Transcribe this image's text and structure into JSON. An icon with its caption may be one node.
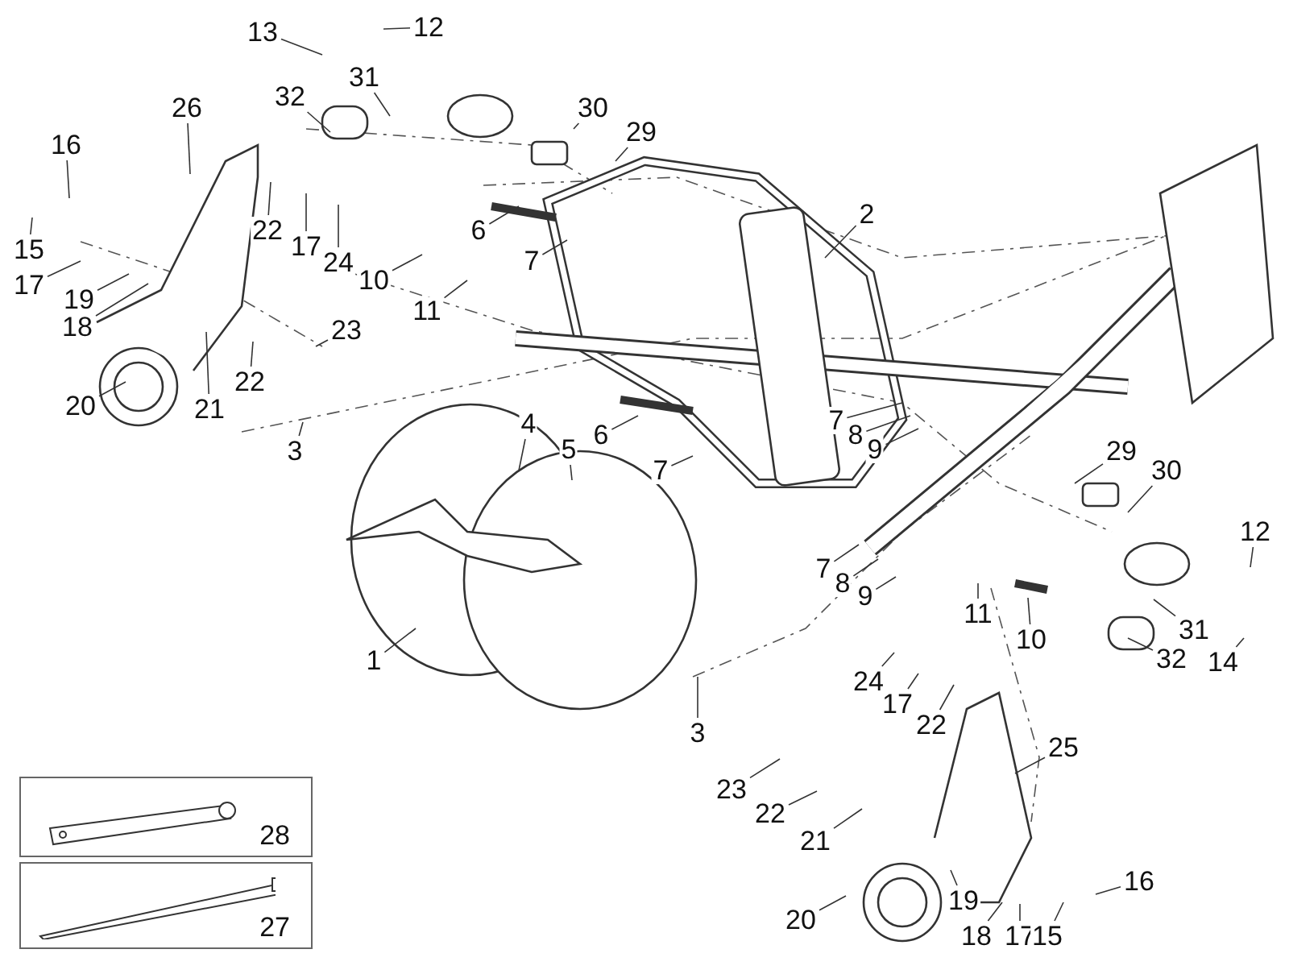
{
  "diagram": {
    "nodes": [
      {
        "text": [
          "13"
        ]
      },
      {
        "text": [
          "12"
        ]
      },
      {
        "text": [
          "31"
        ]
      },
      {
        "text": [
          "32"
        ]
      },
      {
        "text": [
          "30"
        ]
      },
      {
        "text": [
          "29"
        ]
      },
      {
        "text": [
          "26"
        ]
      },
      {
        "text": [
          "16"
        ]
      },
      {
        "text": [
          "15"
        ]
      },
      {
        "text": [
          "17"
        ]
      },
      {
        "text": [
          "19"
        ]
      },
      {
        "text": [
          "18"
        ]
      },
      {
        "text": [
          "22"
        ]
      },
      {
        "text": [
          "17"
        ]
      },
      {
        "text": [
          "24"
        ]
      },
      {
        "text": [
          "23"
        ]
      },
      {
        "text": [
          "22"
        ]
      },
      {
        "text": [
          "21"
        ]
      },
      {
        "text": [
          "20"
        ]
      },
      {
        "text": [
          "10"
        ]
      },
      {
        "text": [
          "11"
        ]
      },
      {
        "text": [
          "6"
        ]
      },
      {
        "text": [
          "7"
        ]
      },
      {
        "text": [
          "2"
        ]
      },
      {
        "text": [
          "3"
        ]
      },
      {
        "text": [
          "4"
        ]
      },
      {
        "text": [
          "5"
        ]
      },
      {
        "text": [
          "6"
        ]
      },
      {
        "text": [
          "7"
        ]
      },
      {
        "text": [
          "7"
        ]
      },
      {
        "text": [
          "8"
        ]
      },
      {
        "text": [
          "9"
        ]
      },
      {
        "text": [
          "29"
        ]
      },
      {
        "text": [
          "30"
        ]
      },
      {
        "text": [
          "12"
        ]
      },
      {
        "text": [
          "1"
        ]
      },
      {
        "text": [
          "7"
        ]
      },
      {
        "text": [
          "8"
        ]
      },
      {
        "text": [
          "9"
        ]
      },
      {
        "text": [
          "11"
        ]
      },
      {
        "text": [
          "10"
        ]
      },
      {
        "text": [
          "31"
        ]
      },
      {
        "text": [
          "32"
        ]
      },
      {
        "text": [
          "14"
        ]
      },
      {
        "text": [
          "3"
        ]
      },
      {
        "text": [
          "24"
        ]
      },
      {
        "text": [
          "17"
        ]
      },
      {
        "text": [
          "22"
        ]
      },
      {
        "text": [
          "25"
        ]
      },
      {
        "text": [
          "23"
        ]
      },
      {
        "text": [
          "22"
        ]
      },
      {
        "text": [
          "21"
        ]
      },
      {
        "text": [
          "20"
        ]
      },
      {
        "text": [
          "19"
        ]
      },
      {
        "text": [
          "18"
        ]
      },
      {
        "text": [
          "17"
        ]
      },
      {
        "text": [
          "15"
        ]
      },
      {
        "text": [
          "16"
        ]
      },
      {
        "text": [
          "28"
        ]
      },
      {
        "text": [
          "27"
        ]
      }
    ],
    "edges": [
      {
        "from": 0,
        "to": null,
        "arrow": "none"
      },
      {
        "from": 1,
        "to": null,
        "arrow": "none"
      },
      {
        "from": 2,
        "to": null,
        "arrow": "none"
      },
      {
        "from": 3,
        "to": null,
        "arrow": "none"
      },
      {
        "from": 4,
        "to": null,
        "arrow": "none"
      },
      {
        "from": 5,
        "to": null,
        "arrow": "none"
      },
      {
        "from": 6,
        "to": null,
        "arrow": "none"
      },
      {
        "from": 7,
        "to": null,
        "arrow": "none"
      },
      {
        "from": 8,
        "to": null,
        "arrow": "none"
      },
      {
        "from": 9,
        "to": null,
        "arrow": "none"
      },
      {
        "from": 10,
        "to": null,
        "arrow": "none"
      },
      {
        "from": 11,
        "to": null,
        "arrow": "none"
      },
      {
        "from": 12,
        "to": null,
        "arrow": "none"
      },
      {
        "from": 13,
        "to": null,
        "arrow": "none"
      },
      {
        "from": 14,
        "to": null,
        "arrow": "none"
      },
      {
        "from": 15,
        "to": null,
        "arrow": "none"
      },
      {
        "from": 16,
        "to": null,
        "arrow": "none"
      },
      {
        "from": 17,
        "to": null,
        "arrow": "none"
      },
      {
        "from": 18,
        "to": null,
        "arrow": "none"
      },
      {
        "from": 19,
        "to": null,
        "arrow": "none"
      },
      {
        "from": 20,
        "to": null,
        "arrow": "none"
      },
      {
        "from": 21,
        "to": null,
        "arrow": "none"
      },
      {
        "from": 22,
        "to": null,
        "arrow": "none"
      },
      {
        "from": 23,
        "to": null,
        "arrow": "none"
      },
      {
        "from": 24,
        "to": null,
        "arrow": "none"
      },
      {
        "from": 25,
        "to": null,
        "arrow": "none"
      },
      {
        "from": 26,
        "to": null,
        "arrow": "none"
      },
      {
        "from": 27,
        "to": null,
        "arrow": "none"
      },
      {
        "from": 28,
        "to": null,
        "arrow": "none"
      },
      {
        "from": 29,
        "to": null,
        "arrow": "none"
      },
      {
        "from": 30,
        "to": null,
        "arrow": "none"
      },
      {
        "from": 31,
        "to": null,
        "arrow": "none"
      },
      {
        "from": 32,
        "to": null,
        "arrow": "none"
      },
      {
        "from": 33,
        "to": null,
        "arrow": "none"
      },
      {
        "from": 34,
        "to": null,
        "arrow": "none"
      },
      {
        "from": 35,
        "to": null,
        "arrow": "none"
      },
      {
        "from": 36,
        "to": null,
        "arrow": "none"
      },
      {
        "from": 37,
        "to": null,
        "arrow": "none"
      },
      {
        "from": 38,
        "to": null,
        "arrow": "none"
      },
      {
        "from": 39,
        "to": null,
        "arrow": "none"
      },
      {
        "from": 40,
        "to": null,
        "arrow": "none"
      },
      {
        "from": 41,
        "to": null,
        "arrow": "none"
      },
      {
        "from": 42,
        "to": null,
        "arrow": "none"
      },
      {
        "from": 43,
        "to": null,
        "arrow": "none"
      },
      {
        "from": 44,
        "to": null,
        "arrow": "none"
      },
      {
        "from": 45,
        "to": null,
        "arrow": "none"
      },
      {
        "from": 46,
        "to": null,
        "arrow": "none"
      },
      {
        "from": 47,
        "to": null,
        "arrow": "none"
      },
      {
        "from": 48,
        "to": null,
        "arrow": "none"
      },
      {
        "from": 49,
        "to": null,
        "arrow": "none"
      },
      {
        "from": 50,
        "to": null,
        "arrow": "none"
      },
      {
        "from": 51,
        "to": null,
        "arrow": "none"
      },
      {
        "from": 52,
        "to": null,
        "arrow": "none"
      },
      {
        "from": 53,
        "to": null,
        "arrow": "none"
      },
      {
        "from": 54,
        "to": null,
        "arrow": "none"
      },
      {
        "from": 55,
        "to": null,
        "arrow": "none"
      },
      {
        "from": 56,
        "to": null,
        "arrow": "none"
      },
      {
        "from": 57,
        "to": null,
        "arrow": "none"
      }
    ]
  }
}
